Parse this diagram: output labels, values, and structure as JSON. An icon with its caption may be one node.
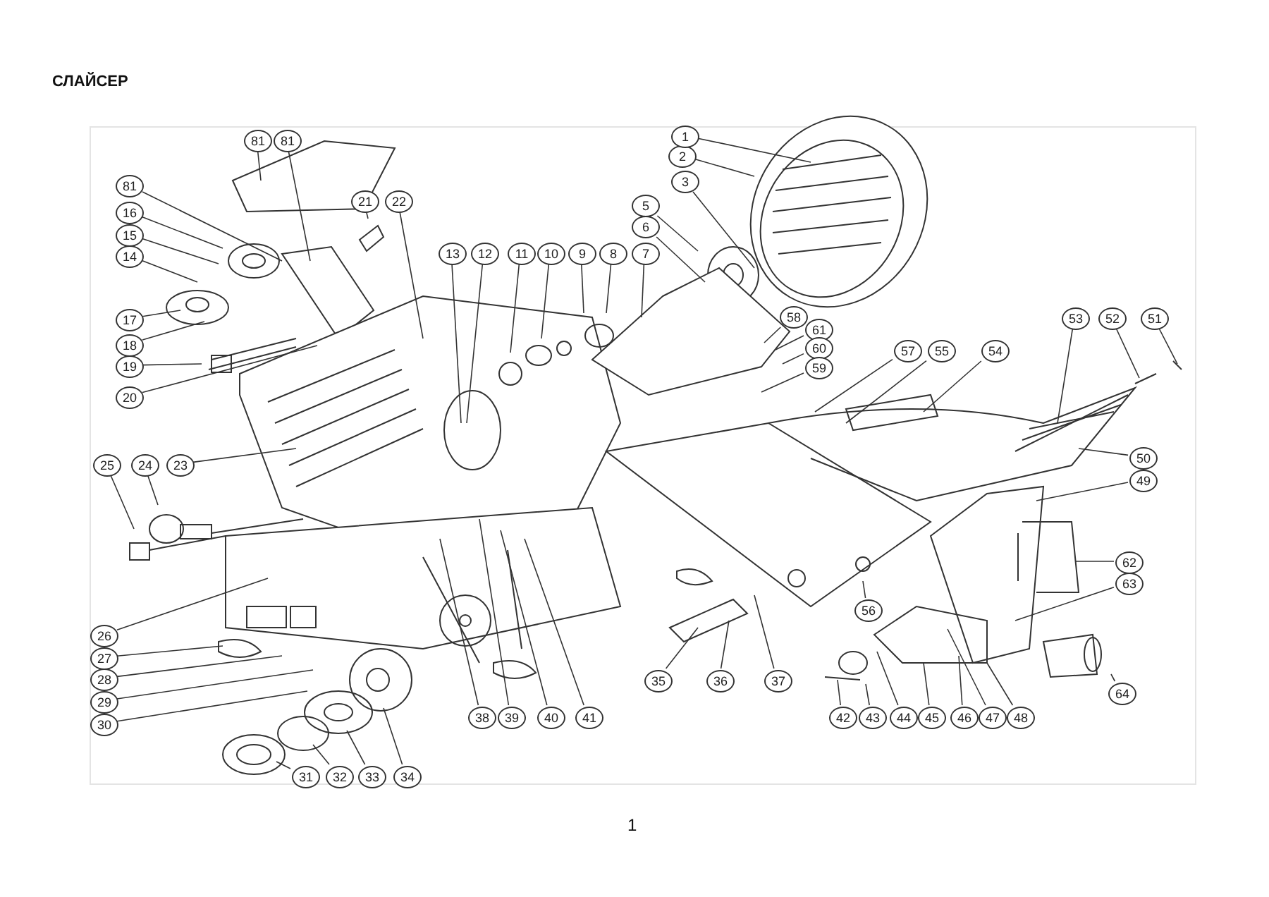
{
  "diagram": {
    "title": "СЛАЙСЕР",
    "nodes": [
      {
        "text": [
          "81"
        ]
      },
      {
        "text": [
          "81"
        ]
      },
      {
        "text": [
          "81"
        ]
      },
      {
        "text": [
          "16"
        ]
      },
      {
        "text": [
          "15"
        ]
      },
      {
        "text": [
          "14"
        ]
      },
      {
        "text": [
          "17"
        ]
      },
      {
        "text": [
          "18"
        ]
      },
      {
        "text": [
          "19"
        ]
      },
      {
        "text": [
          "20"
        ]
      },
      {
        "text": [
          "21"
        ]
      },
      {
        "text": [
          "22"
        ]
      },
      {
        "text": [
          "13"
        ]
      },
      {
        "text": [
          "12"
        ]
      },
      {
        "text": [
          "11"
        ]
      },
      {
        "text": [
          "10"
        ]
      },
      {
        "text": [
          "9"
        ]
      },
      {
        "text": [
          "8"
        ]
      },
      {
        "text": [
          "7"
        ]
      },
      {
        "text": [
          "6"
        ]
      },
      {
        "text": [
          "5"
        ]
      },
      {
        "text": [
          "3"
        ]
      },
      {
        "text": [
          "2"
        ]
      },
      {
        "text": [
          "1"
        ]
      },
      {
        "text": [
          "58"
        ]
      },
      {
        "text": [
          "61"
        ]
      },
      {
        "text": [
          "60"
        ]
      },
      {
        "text": [
          "59"
        ]
      },
      {
        "text": [
          "57"
        ]
      },
      {
        "text": [
          "55"
        ]
      },
      {
        "text": [
          "54"
        ]
      },
      {
        "text": [
          "53"
        ]
      },
      {
        "text": [
          "52"
        ]
      },
      {
        "text": [
          "51"
        ]
      },
      {
        "text": [
          "50"
        ]
      },
      {
        "text": [
          "49"
        ]
      },
      {
        "text": [
          "62"
        ]
      },
      {
        "text": [
          "63"
        ]
      },
      {
        "text": [
          "64"
        ]
      },
      {
        "text": [
          "56"
        ]
      },
      {
        "text": [
          "42"
        ]
      },
      {
        "text": [
          "43"
        ]
      },
      {
        "text": [
          "44"
        ]
      },
      {
        "text": [
          "45"
        ]
      },
      {
        "text": [
          "46"
        ]
      },
      {
        "text": [
          "47"
        ]
      },
      {
        "text": [
          "48"
        ]
      },
      {
        "text": [
          "35"
        ]
      },
      {
        "text": [
          "36"
        ]
      },
      {
        "text": [
          "37"
        ]
      },
      {
        "text": [
          "38"
        ]
      },
      {
        "text": [
          "39"
        ]
      },
      {
        "text": [
          "40"
        ]
      },
      {
        "text": [
          "41"
        ]
      },
      {
        "text": [
          "25"
        ]
      },
      {
        "text": [
          "24"
        ]
      },
      {
        "text": [
          "23"
        ]
      },
      {
        "text": [
          "26"
        ]
      },
      {
        "text": [
          "27"
        ]
      },
      {
        "text": [
          "28"
        ]
      },
      {
        "text": [
          "29"
        ]
      },
      {
        "text": [
          "30"
        ]
      },
      {
        "text": [
          "31"
        ]
      },
      {
        "text": [
          "32"
        ]
      },
      {
        "text": [
          "33"
        ]
      },
      {
        "text": [
          "34"
        ]
      }
    ],
    "edges": [
      {
        "from": 0,
        "to": null,
        "arrow": "none"
      },
      {
        "from": 1,
        "to": null,
        "arrow": "none"
      },
      {
        "from": 2,
        "to": null,
        "arrow": "none"
      },
      {
        "from": 3,
        "to": null,
        "arrow": "none"
      },
      {
        "from": 4,
        "to": null,
        "arrow": "none"
      },
      {
        "from": 5,
        "to": null,
        "arrow": "none"
      },
      {
        "from": 6,
        "to": null,
        "arrow": "none"
      },
      {
        "from": 7,
        "to": null,
        "arrow": "none"
      },
      {
        "from": 8,
        "to": null,
        "arrow": "none"
      },
      {
        "from": 9,
        "to": null,
        "arrow": "none"
      },
      {
        "from": 10,
        "to": null,
        "arrow": "none"
      },
      {
        "from": 11,
        "to": null,
        "arrow": "none"
      },
      {
        "from": 12,
        "to": null,
        "arrow": "none"
      },
      {
        "from": 13,
        "to": null,
        "arrow": "none"
      },
      {
        "from": 14,
        "to": null,
        "arrow": "none"
      },
      {
        "from": 15,
        "to": null,
        "arrow": "none"
      },
      {
        "from": 16,
        "to": null,
        "arrow": "none"
      },
      {
        "from": 17,
        "to": null,
        "arrow": "none"
      },
      {
        "from": 18,
        "to": null,
        "arrow": "none"
      },
      {
        "from": 19,
        "to": null,
        "arrow": "none"
      },
      {
        "from": 20,
        "to": null,
        "arrow": "none"
      },
      {
        "from": 21,
        "to": null,
        "arrow": "none"
      },
      {
        "from": 22,
        "to": null,
        "arrow": "none"
      },
      {
        "from": 23,
        "to": null,
        "arrow": "none"
      },
      {
        "from": 24,
        "to": null,
        "arrow": "none"
      },
      {
        "from": 25,
        "to": null,
        "arrow": "none"
      },
      {
        "from": 26,
        "to": null,
        "arrow": "none"
      },
      {
        "from": 27,
        "to": null,
        "arrow": "none"
      },
      {
        "from": 28,
        "to": null,
        "arrow": "none"
      },
      {
        "from": 29,
        "to": null,
        "arrow": "none"
      },
      {
        "from": 30,
        "to": null,
        "arrow": "none"
      },
      {
        "from": 31,
        "to": null,
        "arrow": "none"
      },
      {
        "from": 32,
        "to": null,
        "arrow": "none"
      },
      {
        "from": 33,
        "to": null,
        "arrow": "none"
      },
      {
        "from": 34,
        "to": null,
        "arrow": "none"
      },
      {
        "from": 35,
        "to": null,
        "arrow": "none"
      },
      {
        "from": 36,
        "to": null,
        "arrow": "none"
      },
      {
        "from": 37,
        "to": null,
        "arrow": "none"
      },
      {
        "from": 38,
        "to": null,
        "arrow": "none"
      },
      {
        "from": 39,
        "to": null,
        "arrow": "none"
      },
      {
        "from": 40,
        "to": null,
        "arrow": "none"
      },
      {
        "from": 41,
        "to": null,
        "arrow": "none"
      },
      {
        "from": 42,
        "to": null,
        "arrow": "none"
      },
      {
        "from": 43,
        "to": null,
        "arrow": "none"
      },
      {
        "from": 44,
        "to": null,
        "arrow": "none"
      },
      {
        "from": 45,
        "to": null,
        "arrow": "none"
      },
      {
        "from": 46,
        "to": null,
        "arrow": "none"
      },
      {
        "from": 47,
        "to": null,
        "arrow": "none"
      },
      {
        "from": 48,
        "to": null,
        "arrow": "none"
      },
      {
        "from": 49,
        "to": null,
        "arrow": "none"
      },
      {
        "from": 50,
        "to": null,
        "arrow": "none"
      },
      {
        "from": 51,
        "to": null,
        "arrow": "none"
      },
      {
        "from": 52,
        "to": null,
        "arrow": "none"
      },
      {
        "from": 53,
        "to": null,
        "arrow": "none"
      },
      {
        "from": 54,
        "to": null,
        "arrow": "none"
      },
      {
        "from": 55,
        "to": null,
        "arrow": "none"
      },
      {
        "from": 56,
        "to": null,
        "arrow": "none"
      },
      {
        "from": 57,
        "to": null,
        "arrow": "none"
      },
      {
        "from": 58,
        "to": null,
        "arrow": "none"
      },
      {
        "from": 59,
        "to": null,
        "arrow": "none"
      },
      {
        "from": 60,
        "to": null,
        "arrow": "none"
      },
      {
        "from": 61,
        "to": null,
        "arrow": "none"
      },
      {
        "from": 62,
        "to": null,
        "arrow": "none"
      },
      {
        "from": 63,
        "to": null,
        "arrow": "none"
      },
      {
        "from": 64,
        "to": null,
        "arrow": "none"
      },
      {
        "from": 65,
        "to": null,
        "arrow": "none"
      }
    ],
    "labels": [
      "1"
    ]
  }
}
